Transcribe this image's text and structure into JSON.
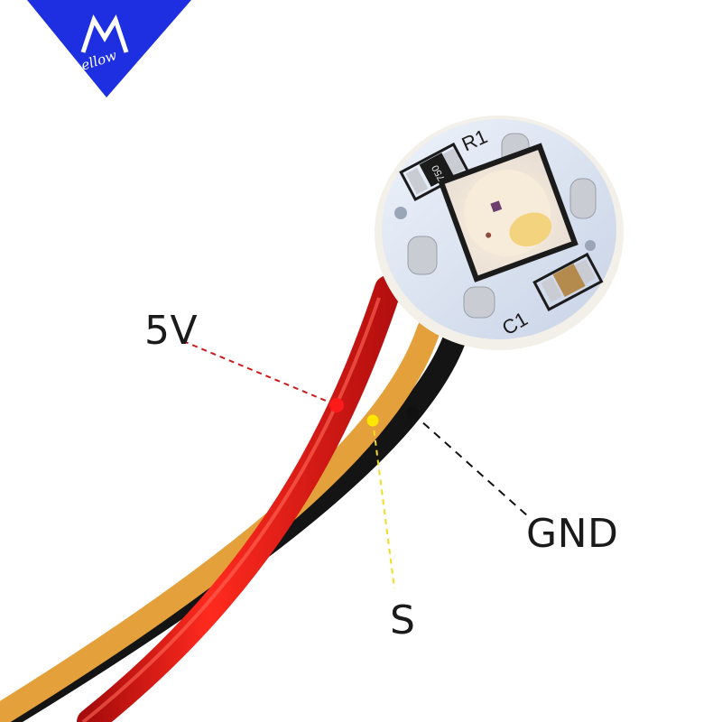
{
  "brand": {
    "name": "mellow",
    "colors": {
      "primary": "#1d2fe0",
      "accent": "#ffffff"
    }
  },
  "labels": {
    "vcc": "5V",
    "signal": "S",
    "ground": "GND"
  },
  "board": {
    "silkscreen_r": "R1",
    "silkscreen_c": "C1",
    "resistor_code": "750"
  },
  "wire_colors": {
    "vcc": "#e21b1b",
    "signal": "#e8a23a",
    "ground": "#1a1a1a"
  }
}
